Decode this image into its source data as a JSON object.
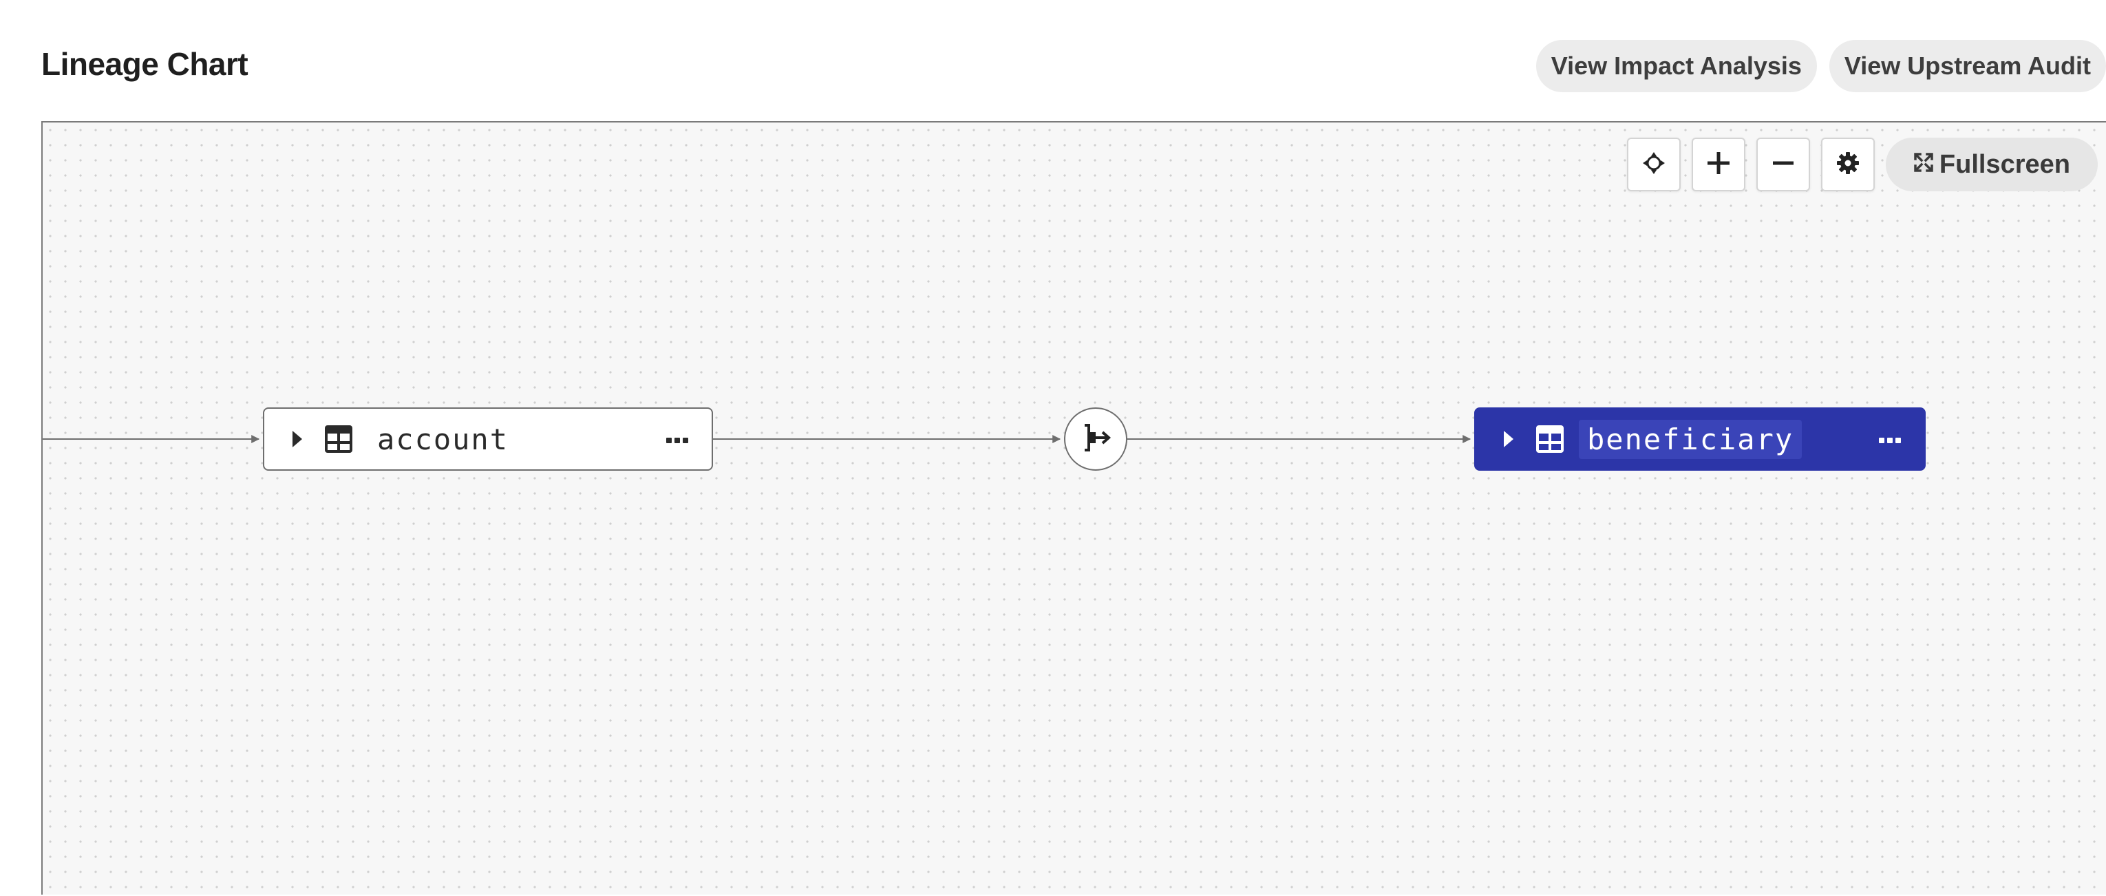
{
  "header": {
    "title": "Lineage Chart",
    "actions": [
      {
        "label": "View Impact Analysis"
      },
      {
        "label": "View Upstream Audit"
      }
    ]
  },
  "toolbar": {
    "fit_icon": "crosshair-icon",
    "zoom_in_icon": "plus-icon",
    "zoom_out_icon": "minus-icon",
    "settings_icon": "gear-icon",
    "fullscreen_label": "Fullscreen"
  },
  "graph": {
    "nodes": [
      {
        "label": "account",
        "icon": "table-icon",
        "selected": false
      },
      {
        "label": "beneficiary",
        "icon": "table-icon",
        "selected": true
      }
    ],
    "transform_icon": "transform-icon"
  },
  "colors": {
    "selected_node": "#2c35a8",
    "canvas_bg": "#f7f7f7",
    "edge": "#6e6e6e"
  }
}
